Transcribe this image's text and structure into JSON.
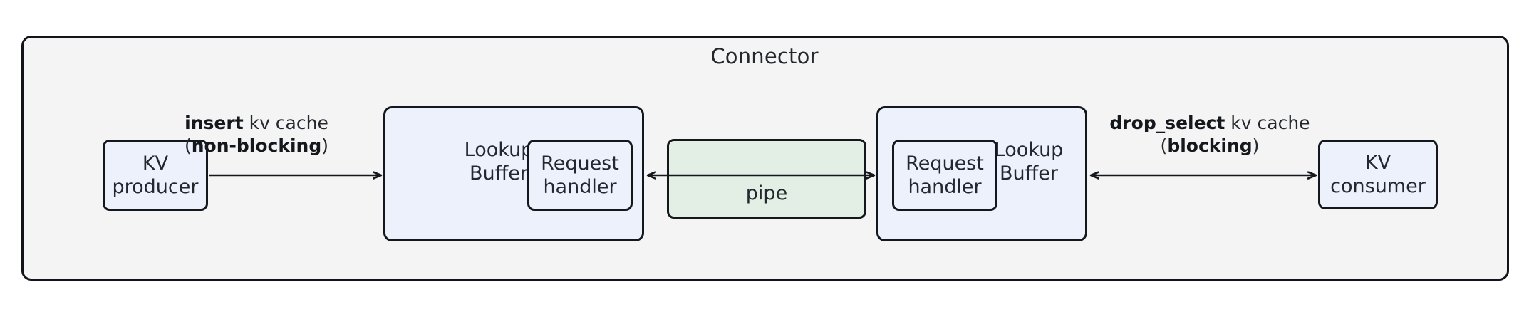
{
  "diagram": {
    "title": "Connector",
    "colors": {
      "container_fill": "#f4f4f4",
      "node_blue_fill": "#edf1fb",
      "node_green_fill": "#e3efe4",
      "stroke": "#14181d",
      "text": "#23272e"
    },
    "nodes": {
      "kv_producer": {
        "line1": "KV",
        "line2": "producer"
      },
      "kv_consumer": {
        "line1": "KV",
        "line2": "consumer"
      },
      "left_group": {
        "line1": "Lookup",
        "line2": "Buffer"
      },
      "right_group": {
        "line1": "Lookup",
        "line2": "Buffer"
      },
      "left_request_handler": {
        "line1": "Request",
        "line2": "handler"
      },
      "right_request_handler": {
        "line1": "Request",
        "line2": "handler"
      },
      "pipe": {
        "label": "pipe"
      }
    },
    "edges": {
      "insert": {
        "line1_bold": "insert",
        "line1_rest": " kv cache",
        "line2_open": "(",
        "line2_bold": "non-blocking",
        "line2_close": ")",
        "direction": "right"
      },
      "pipe_edge": {
        "direction": "bidirectional"
      },
      "drop_select": {
        "line1_bold": "drop_select",
        "line1_rest": " kv cache",
        "line2_open": "(",
        "line2_bold": "blocking",
        "line2_close": ")",
        "direction": "bidirectional"
      }
    }
  }
}
